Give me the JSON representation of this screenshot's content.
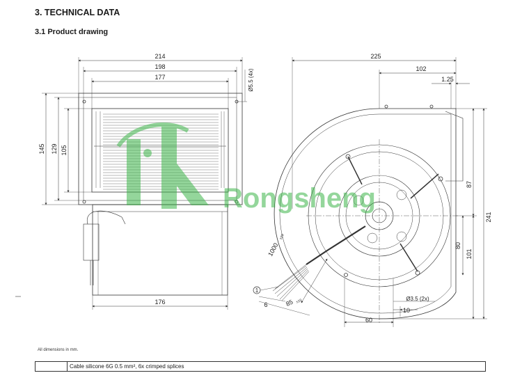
{
  "section_title": "3. TECHNICAL DATA",
  "subsection_title": "3.1 Product drawing",
  "dimensions": {
    "front_total_width": "214",
    "front_inner_width": "198",
    "front_housing_width": "177",
    "front_bottom_width": "176",
    "front_height_outer": "145",
    "front_height_mid": "129",
    "front_height_inner": "105",
    "hole_front": "Ø5.5 (4x)",
    "side_total_width": "225",
    "side_half_width": "102",
    "side_offset": "1.25",
    "side_height_total": "241",
    "side_height_upper": "87",
    "side_height_lower": "101",
    "side_height_80": "80",
    "cable_length": "1000",
    "cable_length_tolerance": "±20",
    "cable_end_6": "6",
    "cable_splice": "85",
    "cable_splice_tolerance": "±10",
    "hole_side": "Ø3.5 (2x)",
    "bottom_60": "60",
    "bottom_10": "10"
  },
  "callout_1": "1",
  "footer_note": "All dimensions in mm.",
  "legend": {
    "item_number": "",
    "item_text": "Cable silicone 6G 0.5 mm², 6x crimped splices"
  },
  "watermark": "Rongsheng",
  "colors": {
    "line": "#333333",
    "watermark": "#3db54a"
  }
}
